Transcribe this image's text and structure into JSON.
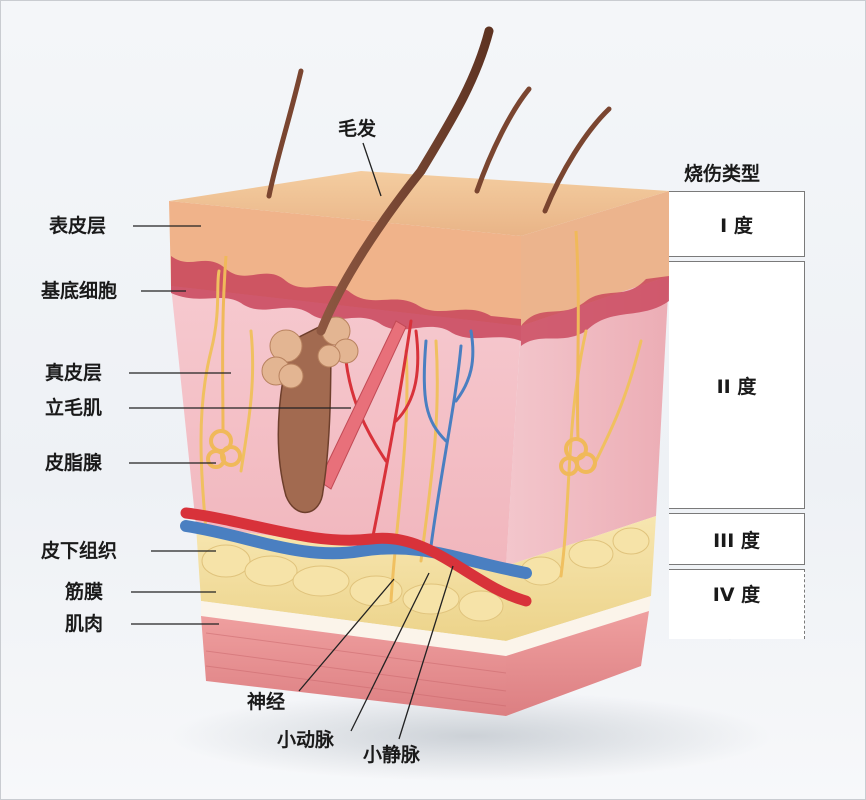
{
  "labels": {
    "hair": "毛发",
    "epidermis": "表皮层",
    "basal_cells": "基底细胞",
    "dermis": "真皮层",
    "arrector_pili": "立毛肌",
    "sebaceous_gland": "皮脂腺",
    "subcutaneous": "皮下组织",
    "fascia": "筋膜",
    "muscle": "肌肉",
    "nerve": "神经",
    "arteriole": "小动脉",
    "venule": "小静脉"
  },
  "burn": {
    "title": "烧伤类型",
    "degrees": [
      "I 度",
      "II 度",
      "III 度",
      "IV 度"
    ]
  },
  "colors": {
    "epidermis": "#f0b38a",
    "dermis": "#f3bfc4",
    "basal_wave": "#c8445a",
    "fat": "#f3df9e",
    "muscle": "#e99a9a",
    "artery": "#d8323a",
    "vein": "#4a7fc1",
    "nerve": "#f0c060",
    "hair": "#7a4530"
  }
}
